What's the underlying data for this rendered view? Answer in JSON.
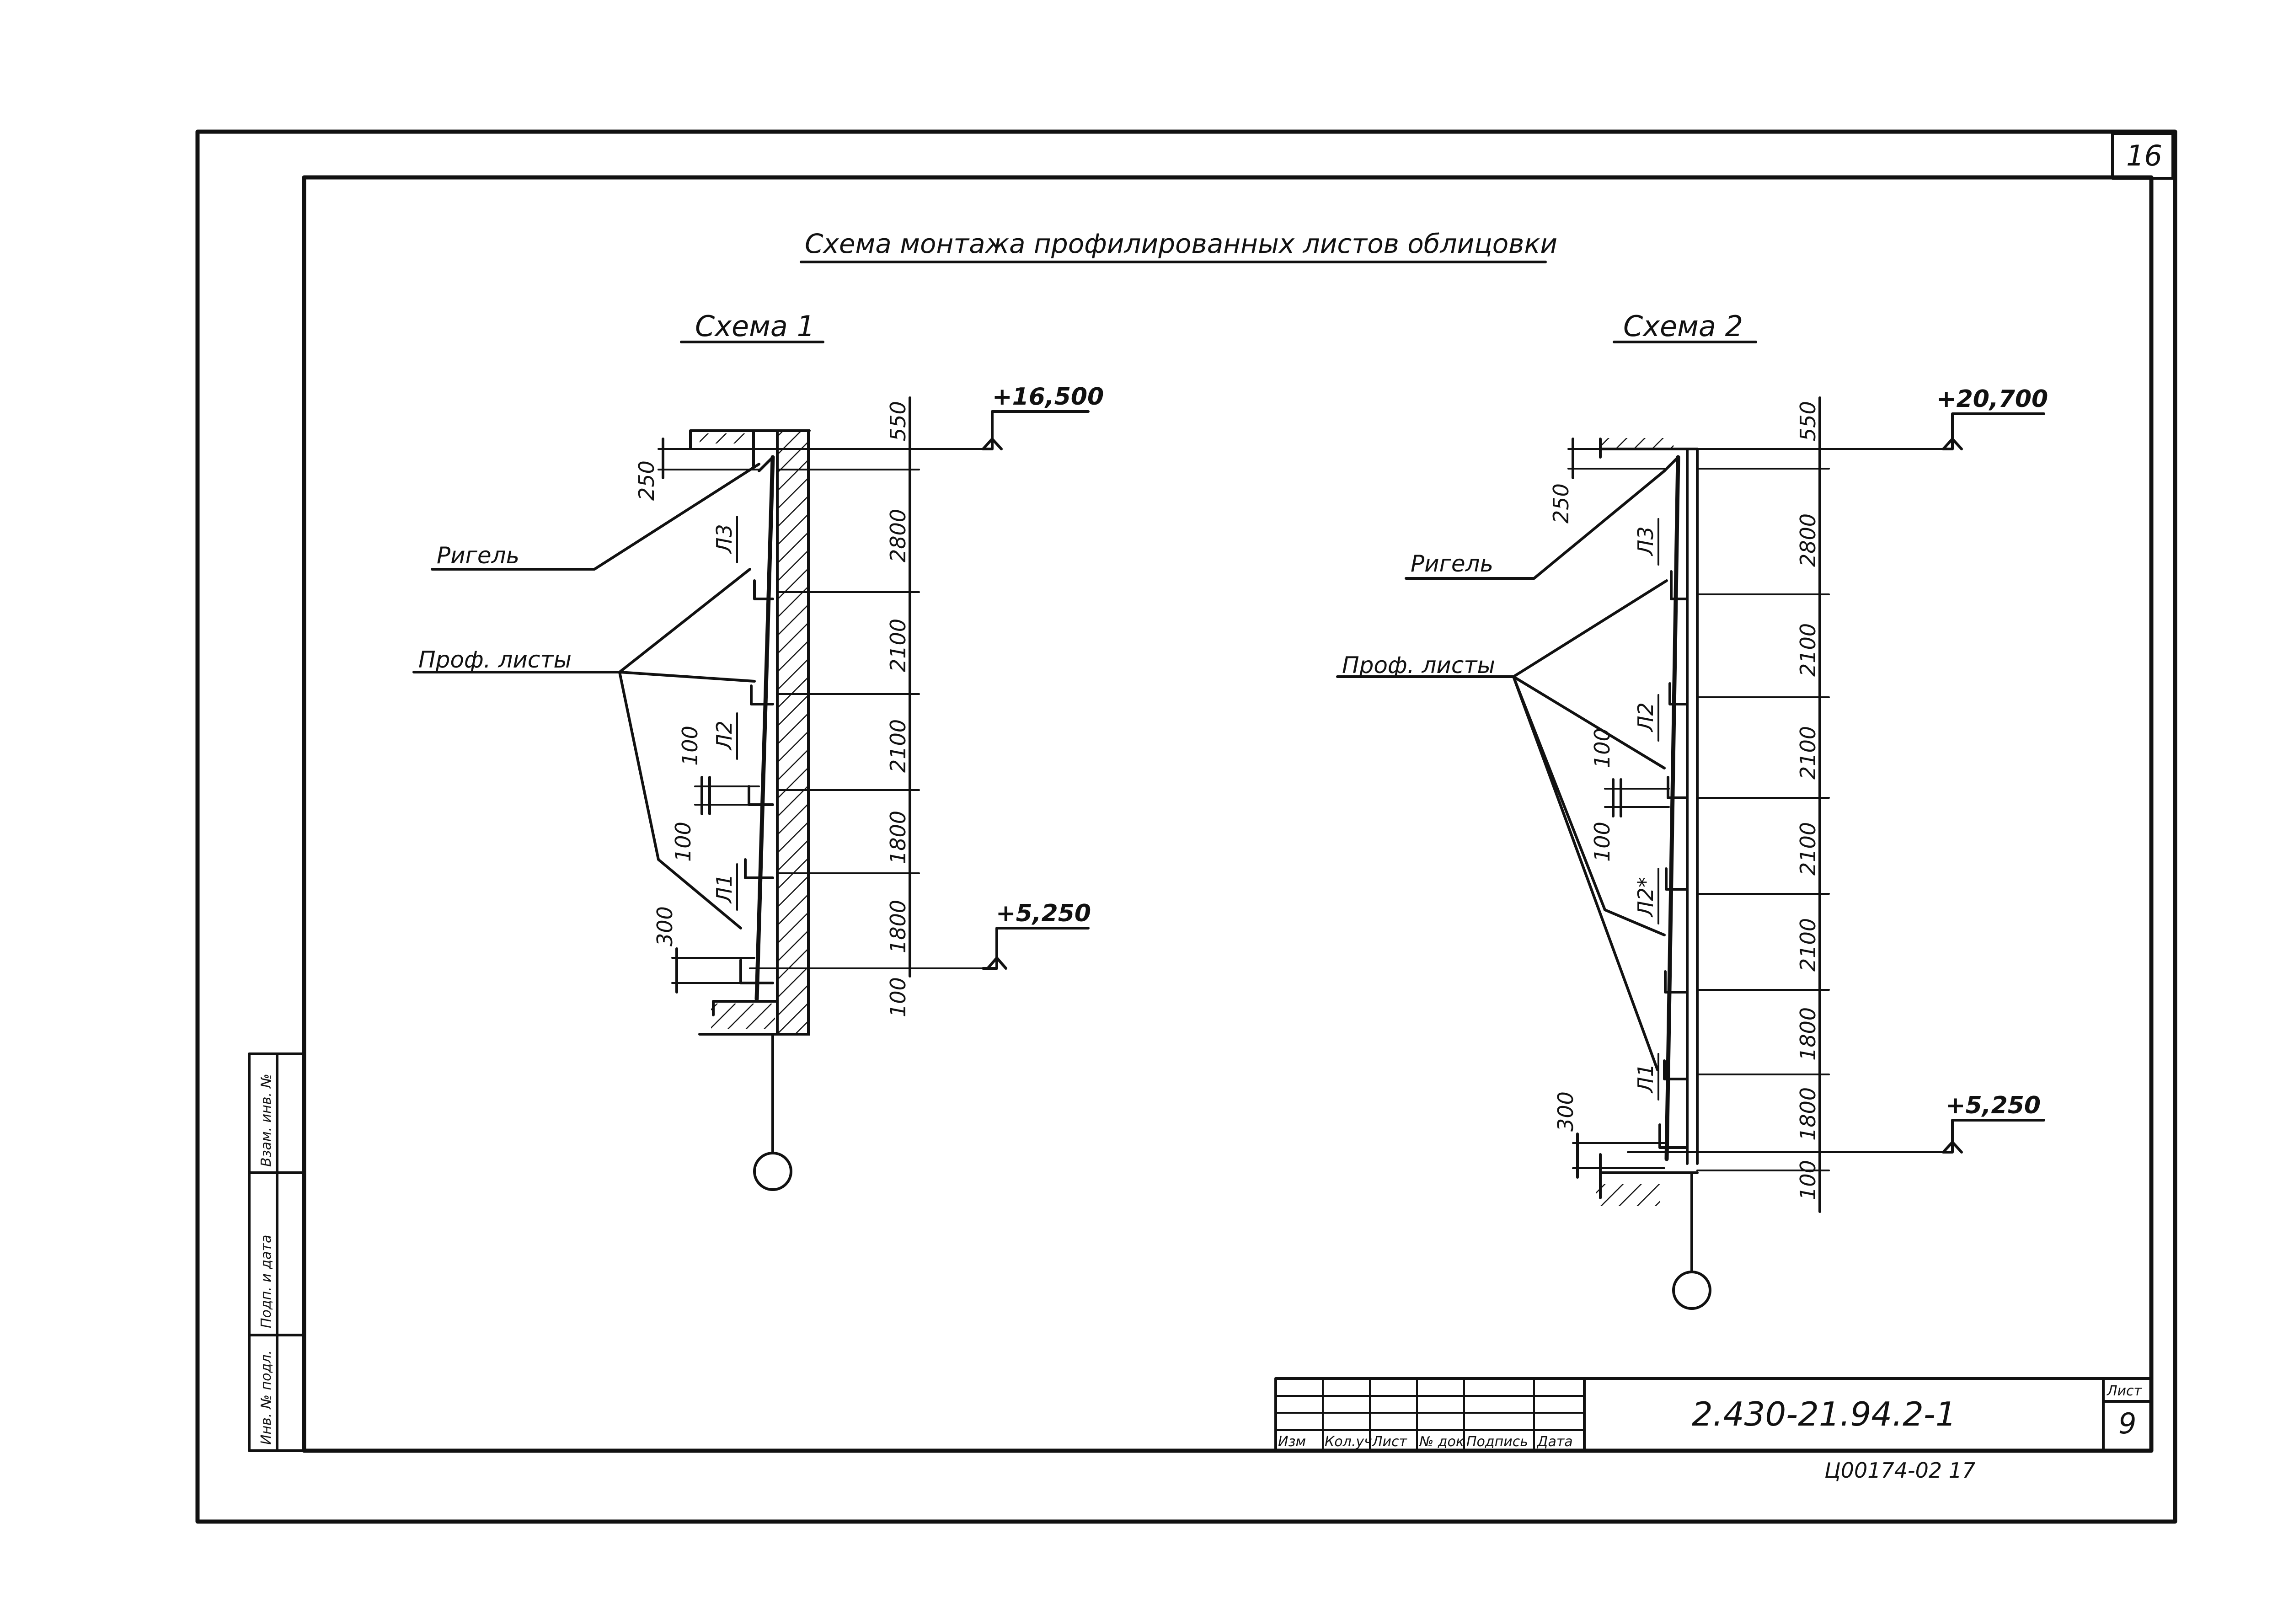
{
  "sheet": {
    "page_number": "16",
    "main_title": "Схема монтажа профилированных листов облицовки",
    "doc_code": "2.430-21.94.2-1",
    "sheet_label": "Лист",
    "sheet_number": "9",
    "archive_code": "Ц00174-02 17"
  },
  "title_block": {
    "columns": [
      "Изм",
      "Кол.уч",
      "Лист",
      "№ док",
      "Подпись",
      "Дата"
    ]
  },
  "side_stamp": {
    "cells": [
      "Инв. № подл.",
      "Подп. и дата",
      "Взам. инв. №"
    ]
  },
  "scheme1": {
    "title": "Схема 1",
    "elev_top": "+16,500",
    "elev_bottom": "+5,250",
    "label_rigel": "Ригель",
    "label_sheets": "Проф. листы",
    "dims_right": [
      "550",
      "2800",
      "2100",
      "2100",
      "1800",
      "1800",
      "100"
    ],
    "dims_left": [
      "250",
      "100",
      "100",
      "300"
    ],
    "sheet_marks": [
      "Л3",
      "Л2",
      "Л1"
    ]
  },
  "scheme2": {
    "title": "Схема 2",
    "elev_top": "+20,700",
    "elev_bottom": "+5,250",
    "label_rigel": "Ригель",
    "label_sheets": "Проф. листы",
    "dims_right": [
      "550",
      "2800",
      "2100",
      "2100",
      "2100",
      "2100",
      "1800",
      "1800",
      "100"
    ],
    "dims_left": [
      "250",
      "100",
      "100",
      "300"
    ],
    "sheet_marks": [
      "Л3",
      "Л2",
      "Л2*",
      "Л1"
    ]
  }
}
